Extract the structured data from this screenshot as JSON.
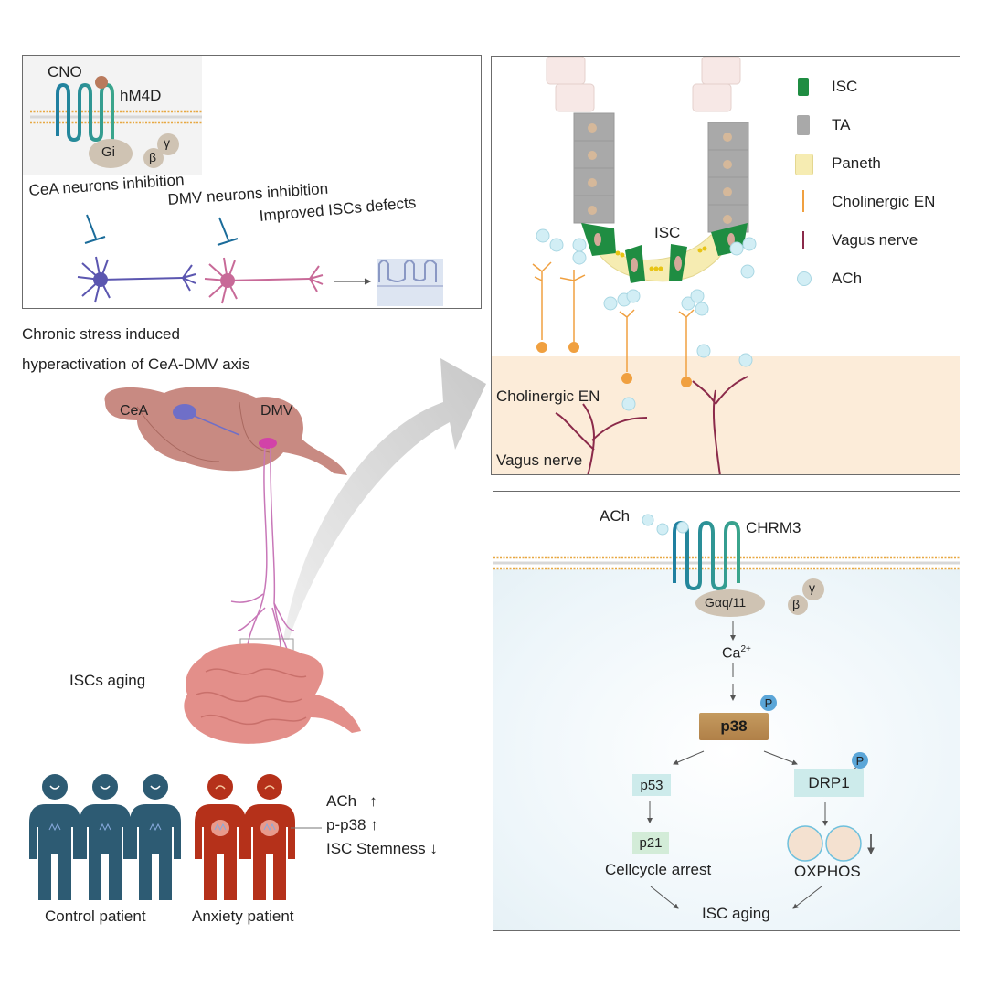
{
  "panel_dreadd": {
    "receptor": {
      "ligand": "CNO",
      "name": "hM4D",
      "g_alpha": "Gi",
      "g_beta": "β",
      "g_gamma": "γ"
    },
    "labels": {
      "cea_inhibition": "CeA neurons inhibition",
      "dmv_inhibition": "DMV neurons inhibition",
      "outcome": "Improved ISCs defects"
    }
  },
  "left_column": {
    "title_line1": "Chronic stress induced",
    "title_line2": "hyperactivation of CeA-DMV axis",
    "brain_labels": {
      "cea": "CeA",
      "dmv": "DMV"
    },
    "gut_label": "ISCs aging"
  },
  "patients": {
    "control_label": "Control patient",
    "anxiety_label": "Anxiety patient",
    "control_count": 3,
    "anxiety_count": 2,
    "control_color": "#2d5b73",
    "anxiety_color": "#b5311a",
    "findings": [
      {
        "text": "ACh",
        "direction": "↑"
      },
      {
        "text": "p-p38",
        "direction": "↑"
      },
      {
        "text": "ISC Stemness",
        "direction": "↓"
      }
    ]
  },
  "panel_crypt": {
    "crypt_label": "ISC",
    "region_labels": {
      "enteric": "Cholinergic EN",
      "vagus": "Vagus nerve"
    },
    "legend": [
      {
        "icon": "isc-cell-icon",
        "label": "ISC"
      },
      {
        "icon": "ta-cell-icon",
        "label": "TA"
      },
      {
        "icon": "paneth-cell-icon",
        "label": "Paneth"
      },
      {
        "icon": "cholinergic-neuron-icon",
        "label": "Cholinergic EN"
      },
      {
        "icon": "vagus-nerve-icon",
        "label": "Vagus nerve"
      },
      {
        "icon": "ach-molecule-icon",
        "label": "ACh"
      }
    ]
  },
  "panel_pathway": {
    "ligand": "ACh",
    "receptor": "CHRM3",
    "g_alpha": "Gαq/11",
    "g_beta": "β",
    "g_gamma": "γ",
    "calcium": "Ca",
    "calcium_sup": "2+",
    "kinase": "p38",
    "phospho": "P",
    "left_branch": [
      "p53",
      "p21"
    ],
    "left_outcome": "Cellcycle arrest",
    "right_branch": "DRP1",
    "right_outcome": "OXPHOS",
    "right_outcome_direction": "↓",
    "final": "ISC aging"
  }
}
